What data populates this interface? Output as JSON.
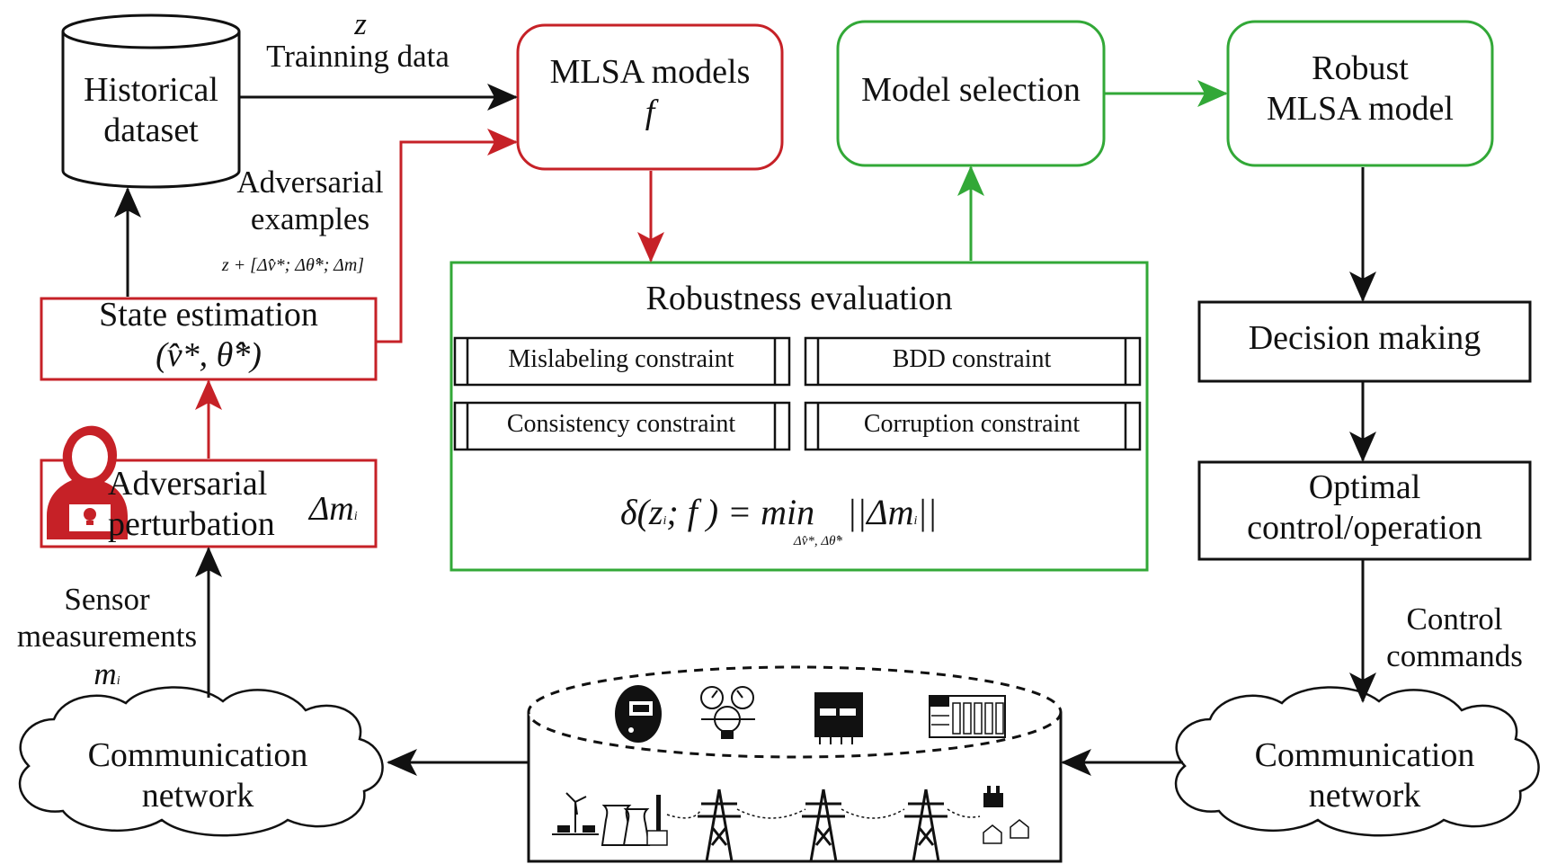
{
  "colors": {
    "red": "#c62127",
    "green": "#32a837",
    "black": "#111111"
  },
  "nodes": {
    "historical_dataset": [
      "Historical",
      "dataset"
    ],
    "mlsa_models": {
      "title": "MLSA models",
      "symbol": "f"
    },
    "model_selection": "Model selection",
    "robust_model": [
      "Robust",
      "MLSA model"
    ],
    "state_estimation": {
      "title": "State estimation",
      "formula": "(v̂*, θ̂*)"
    },
    "adversarial_perturbation": {
      "title": [
        "Adversarial",
        "perturbation"
      ],
      "symbol": "Δm",
      "sub": "i"
    },
    "robustness_evaluation": {
      "title": "Robustness evaluation",
      "constraints": [
        "Mislabeling constraint",
        "BDD constraint",
        "Consistency constraint",
        "Corruption constraint"
      ],
      "formula_left": "δ(z",
      "formula_left_sub": "i",
      "formula_mid": "; f ) = min",
      "formula_right": "||Δm",
      "formula_right_sub": "i",
      "formula_right_end": "||",
      "formula_under": "Δv̂*, Δθ̂*"
    },
    "decision_making": "Decision making",
    "optimal_control": [
      "Optimal",
      "control/operation"
    ],
    "comm_left": [
      "Communication",
      "network"
    ],
    "comm_right": [
      "Communication",
      "network"
    ]
  },
  "edge_labels": {
    "z": "z",
    "training_data": "Trainning data",
    "adversarial_examples": [
      "Adversarial",
      "examples"
    ],
    "adversarial_formula": "z + [Δv̂*; Δθ̂*; Δm]",
    "sensor": [
      "Sensor",
      "measurements"
    ],
    "sensor_symbol": "m",
    "sensor_sub": "i",
    "control": [
      "Control",
      "commands"
    ]
  },
  "icons": [
    "hacker-icon",
    "meter-icon",
    "gauge-icon",
    "relay-icon",
    "control-panel-icon",
    "wind-turbine-icon",
    "power-plant-icon",
    "transmission-tower-icon",
    "factory-icon",
    "house-icon"
  ]
}
